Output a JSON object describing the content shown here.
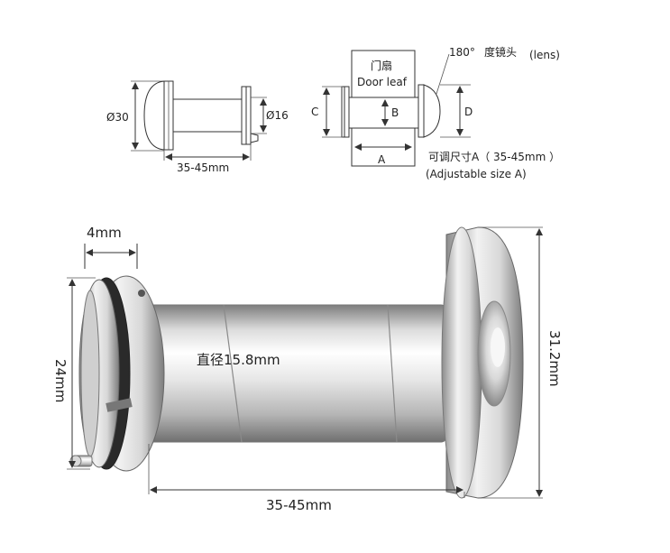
{
  "top_left": {
    "diameter_30": "Ø30",
    "diameter_16": "Ø16",
    "length": "35-45mm"
  },
  "top_right": {
    "door_cn": "门扇",
    "door_en": "Door leaf",
    "label_c": "C",
    "label_b": "B",
    "label_d": "D",
    "label_a": "A",
    "angle": "180°",
    "lens_cn": "度镜头",
    "lens_en": "(lens)",
    "adjust_cn": "可调尺寸A（ 35-45mm ）",
    "adjust_en": "(Adjustable size A)"
  },
  "bottom": {
    "flange": "4mm",
    "height_left": "24mm",
    "height_right": "31.2mm",
    "diameter": "直径15.8mm",
    "length": "35-45mm"
  },
  "colors": {
    "line": "#333333",
    "text": "#222222",
    "metal_light": "#f4f4f4",
    "metal_dark": "#8a8a8a"
  }
}
